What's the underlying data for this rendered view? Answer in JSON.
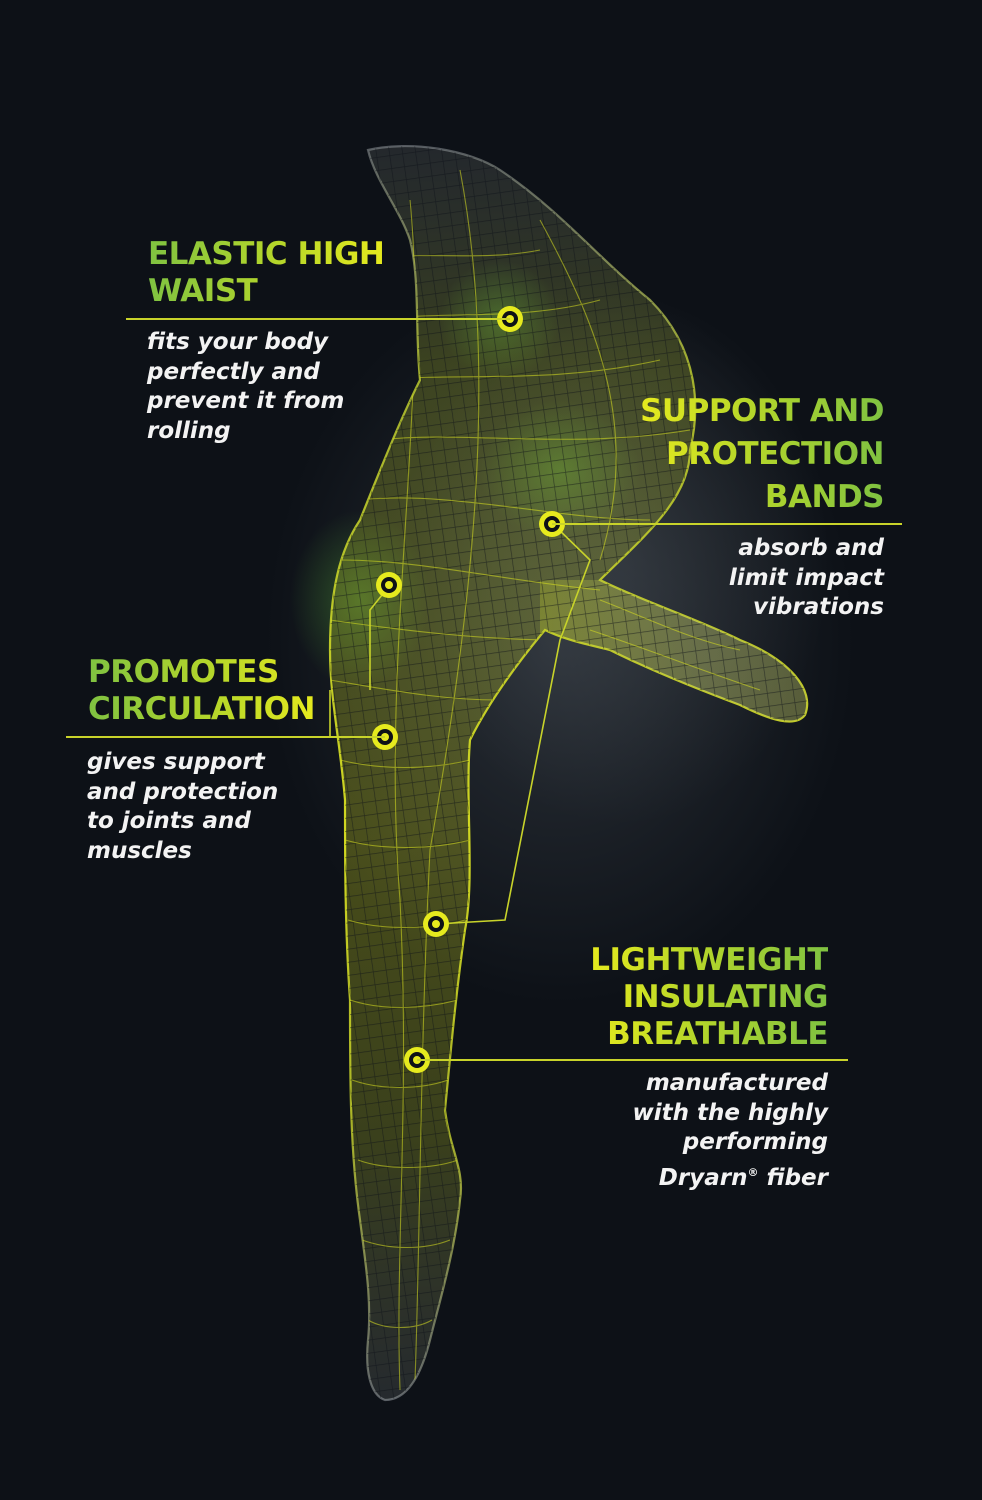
{
  "features": [
    {
      "id": "elastic-high-waist",
      "title_lines": [
        "ELASTIC HIGH",
        "WAIST"
      ],
      "desc_lines": [
        "fits your body",
        "perfectly and",
        "prevent it from",
        "rolling"
      ]
    },
    {
      "id": "support-protection-bands",
      "title_lines": [
        "SUPPORT AND",
        "PROTECTION",
        "BANDS"
      ],
      "desc_lines": [
        "absorb and",
        "limit impact",
        "vibrations"
      ]
    },
    {
      "id": "promotes-circulation",
      "title_lines": [
        "PROMOTES",
        "CIRCULATION"
      ],
      "desc_lines": [
        "gives support",
        "and protection",
        "to joints and",
        "muscles"
      ]
    },
    {
      "id": "lightweight-insulating-breathable",
      "title_lines": [
        "LIGHTWEIGHT",
        "INSULATING",
        "BREATHABLE"
      ],
      "desc_lines": [
        "manufactured",
        "with the highly",
        "performing"
      ],
      "desc_last": {
        "before": "Dryarn",
        "mark": "®",
        "after": " fiber"
      }
    }
  ],
  "colors": {
    "background": "#0d1117",
    "accent_yellow": "#e6ea1e",
    "accent_green": "#7fc241",
    "mesh_yellow": "#d9e021",
    "mesh_grey": "#9aa0a6",
    "text": "#f3f3f3"
  },
  "icons": [
    "target-marker-icon",
    "wireframe-leg-figure"
  ]
}
